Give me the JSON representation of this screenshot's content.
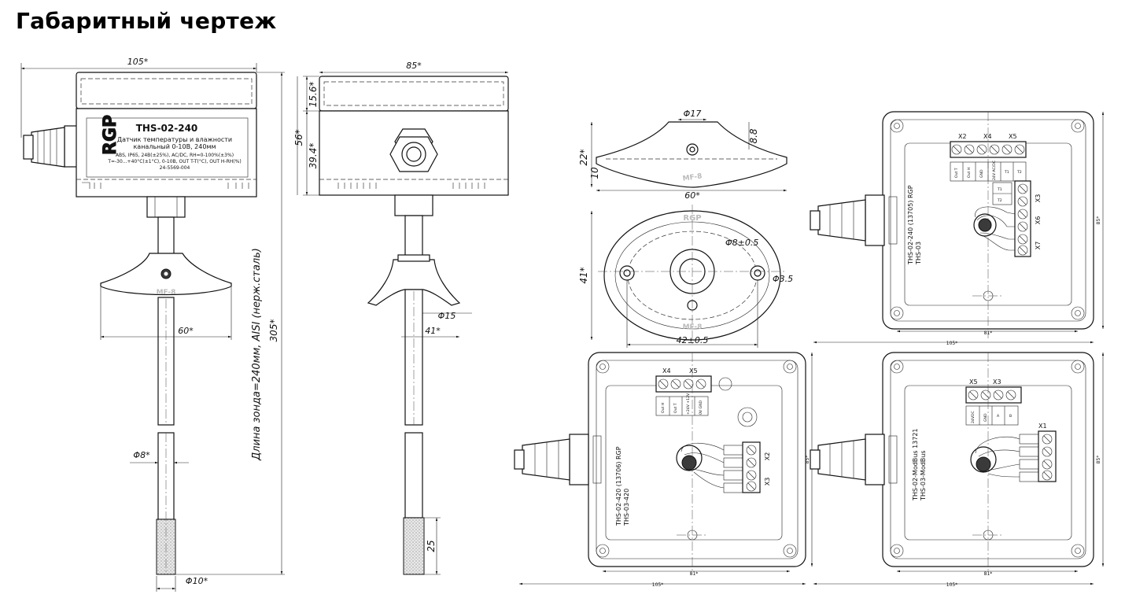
{
  "title": "Габаритный чертеж",
  "front_view": {
    "dim_width": "105*",
    "dim_flange_width": "60*",
    "dim_total_height": "305*",
    "dim_probe_diameter": "Φ8*",
    "dim_tip_diameter": "Φ10*",
    "probe_note": "Длина зонда=240мм, AISI (нерж.сталь)",
    "label": {
      "model": "THS-02-240",
      "line1": "Датчик температуры и влажности",
      "line2": "канальный 0-10В, 240мм",
      "line3": "ABS, IP65, 24В(±25%), AC/DC, RH=0-100%(±3%)",
      "line4": "T=-30...+40°C(±1°C), 0-10В, OUT T-T(°C), OUT H-RH(%)",
      "line5": "24-5569-004"
    },
    "logo": "RGP",
    "flange_mark": "МF-8"
  },
  "side_view": {
    "dim_width": "85*",
    "dim_top": "15.6*",
    "dim_height": "56*",
    "dim_body": "39.4*",
    "dim_flange_dia": "Φ15",
    "dim_flange_h": "41*",
    "dim_tip_len": "25"
  },
  "flange_views": {
    "dim_hole": "Φ17",
    "dim_h1": "8.8",
    "dim_h2": "22*",
    "dim_h3": "10",
    "dim_width": "60*",
    "dim_oval_height": "41*",
    "dim_center_hole": "Φ8±0.5",
    "dim_mount_hole": "Φ3.5",
    "dim_hole_spacing": "42±0.5",
    "mark": "МF-8"
  },
  "boards": [
    {
      "name": "THS-02-240",
      "caption1": "THS-02-240  (13705)  RGP",
      "caption2": "THS-03",
      "terminals_top": [
        "X2",
        "X4",
        "X5"
      ],
      "pin_labels": [
        "Out T",
        "Out H",
        "GND",
        "24V AC/DC",
        "T1",
        "T2"
      ],
      "terminals_side": [
        "X3",
        "X6",
        "X7"
      ],
      "side_pins": [
        "T1",
        "T2"
      ],
      "dim_width": "105*",
      "dim_inner": "81*",
      "dim_height": "85*"
    },
    {
      "name": "THS-02-420",
      "caption1": "THS-02-420  (13706)  RGP",
      "caption2": "THS-03-420",
      "terminals_top": [
        "X4",
        "X5"
      ],
      "pin_labels": [
        "Out H",
        "Out T",
        "+24V +12V",
        "0V GND"
      ],
      "terminals_side": [
        "X2",
        "X3"
      ],
      "dim_width": "105*",
      "dim_inner": "81*",
      "dim_height": "85*"
    },
    {
      "name": "THS-02-ModBus",
      "caption1": "THS-02-ModBus   13721",
      "caption2": "THS-03-ModBus",
      "terminals_top": [
        "X5",
        "X3"
      ],
      "pin_labels": [
        "24VDC",
        "GND",
        "A",
        "B"
      ],
      "terminals_side": [
        "X1"
      ],
      "dim_width": "105*",
      "dim_inner": "81*",
      "dim_height": "85*"
    }
  ]
}
